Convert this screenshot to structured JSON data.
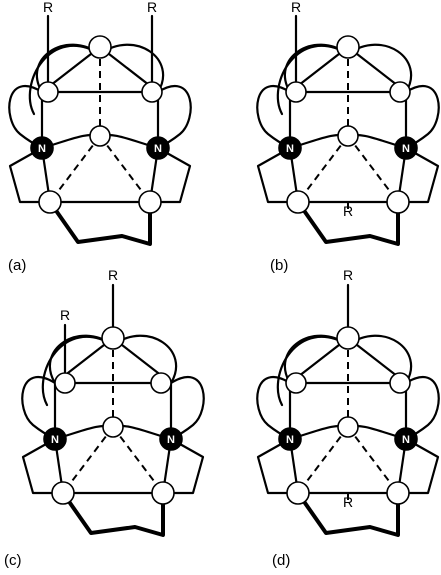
{
  "figure": {
    "panels": [
      {
        "id": "a",
        "caption": "(a)",
        "substituent": "R",
        "heteroatom": "N"
      },
      {
        "id": "b",
        "caption": "(b)",
        "substituent": "R",
        "heteroatom": "N"
      },
      {
        "id": "c",
        "caption": "(c)",
        "substituent": "R",
        "heteroatom": "N"
      },
      {
        "id": "d",
        "caption": "(d)",
        "substituent": "R",
        "heteroatom": "N"
      }
    ]
  }
}
